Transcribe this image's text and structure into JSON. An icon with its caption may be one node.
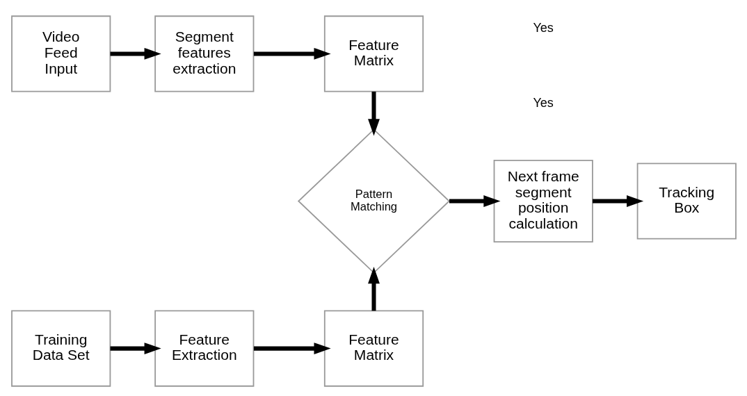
{
  "diagram": {
    "nodes": [
      {
        "text": [
          "Video Feed Input"
        ]
      },
      {
        "text": [
          "Segment features extraction"
        ]
      },
      {
        "text": [
          "Feature Matrix"
        ]
      },
      {
        "text": [
          "Pattern Matching"
        ]
      },
      {
        "text": [
          "Next frame segment position calculation"
        ]
      },
      {
        "text": [
          "Tracking Box"
        ]
      },
      {
        "text": [
          "Training Data Set"
        ]
      },
      {
        "text": [
          "Feature Extraction"
        ]
      },
      {
        "text": [
          "Feature Matrix"
        ]
      }
    ],
    "edges": [
      {
        "from": 0,
        "to": 1,
        "arrow": "to"
      },
      {
        "from": 1,
        "to": 2,
        "arrow": "to"
      },
      {
        "from": 2,
        "to": 3,
        "arrow": "to"
      },
      {
        "from": 3,
        "to": 4,
        "arrow": "to"
      },
      {
        "from": 4,
        "to": 5,
        "arrow": "to"
      },
      {
        "from": 6,
        "to": 7,
        "arrow": "to"
      },
      {
        "from": 7,
        "to": 8,
        "arrow": "to"
      },
      {
        "from": 8,
        "to": 3,
        "arrow": "to"
      }
    ],
    "labels": [
      "Yes",
      "Yes"
    ]
  }
}
